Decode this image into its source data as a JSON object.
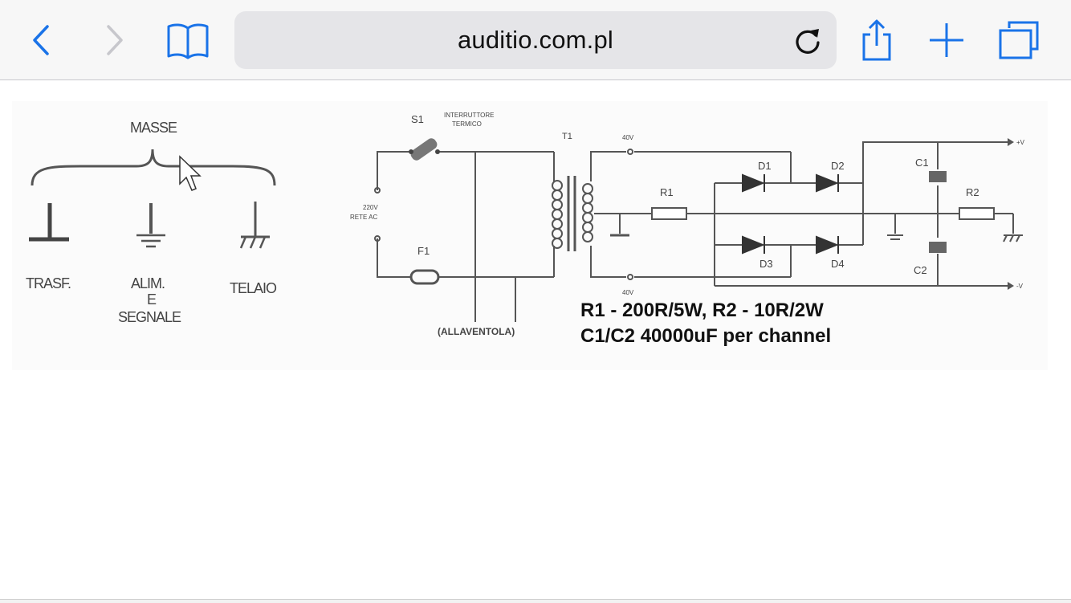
{
  "browser": {
    "url": "auditio.com.pl",
    "icons": {
      "back": "chevron-left-icon",
      "forward": "chevron-right-icon",
      "bookmarks": "book-icon",
      "reload": "reload-icon",
      "share": "share-icon",
      "new_tab": "plus-icon",
      "tabs": "tabs-icon"
    },
    "accent_color": "#1a73e8"
  },
  "diagram": {
    "grounds": {
      "title": "MASSE",
      "trasf": "TRASF.",
      "alim_line1": "ALIM.",
      "alim_line2": "E",
      "alim_line3": "SEGNALE",
      "telaio": "TELAIO"
    },
    "circuit": {
      "s1": "S1",
      "interruttore_line1": "INTERRUTTORE",
      "interruttore_line2": "TERMICO",
      "t1": "T1",
      "rete_line1": "220V",
      "rete_line2": "RETE  AC",
      "f1": "F1",
      "fan": "(ALLAVENTOLA)",
      "tap_top": "40V",
      "tap_bottom": "40V",
      "r1": "R1",
      "r2": "R2",
      "d1": "D1",
      "d2": "D2",
      "d3": "D3",
      "d4": "D4",
      "c1": "C1",
      "c2": "C2",
      "plus_v": "+V",
      "minus_v": "-V"
    },
    "notes": {
      "line1": "R1 - 200R/5W, R2 - 10R/2W",
      "line2": "C1/C2 40000uF per channel"
    }
  }
}
